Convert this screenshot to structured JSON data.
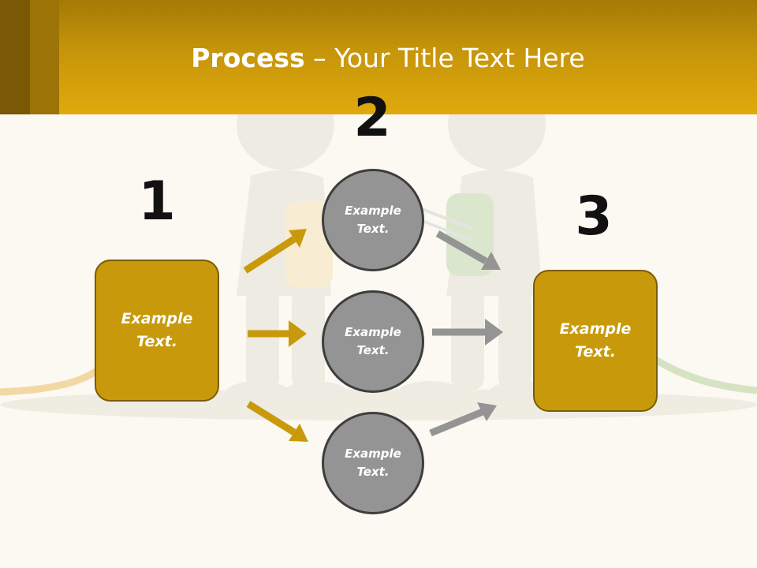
{
  "title": {
    "bold": "Process",
    "rest": " – Your Title Text Here"
  },
  "steps": {
    "one": "1",
    "two": "2",
    "three": "3"
  },
  "left_box": {
    "line1": "Example",
    "line2": "Text."
  },
  "right_box": {
    "line1": "Example",
    "line2": "Text."
  },
  "circles": [
    {
      "line1": "Example",
      "line2": "Text."
    },
    {
      "line1": "Example",
      "line2": "Text."
    },
    {
      "line1": "Example",
      "line2": "Text."
    }
  ],
  "colors": {
    "gold": "#c89a0b",
    "gray": "#949494",
    "header": "#e0a90c"
  }
}
